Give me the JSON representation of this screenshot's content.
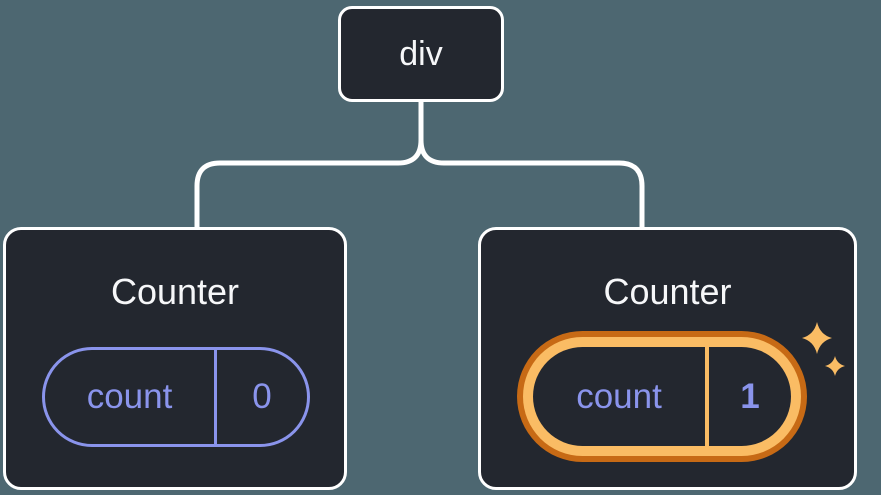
{
  "colors": {
    "background": "#4D6771",
    "node_fill": "#23272F",
    "node_border": "#FFFFFF",
    "connector": "#FFFFFF",
    "state_accent": "#8A94EC",
    "highlight_ring_outer": "#C76A15",
    "highlight_ring_inner": "#FABC64",
    "sparkle": "#FABC64",
    "title_text": "#F6F7F9"
  },
  "tree": {
    "root": {
      "label": "div"
    },
    "children": [
      {
        "title": "Counter",
        "state": {
          "key": "count",
          "value": "0"
        },
        "highlighted": false
      },
      {
        "title": "Counter",
        "state": {
          "key": "count",
          "value": "1"
        },
        "highlighted": true
      }
    ]
  }
}
